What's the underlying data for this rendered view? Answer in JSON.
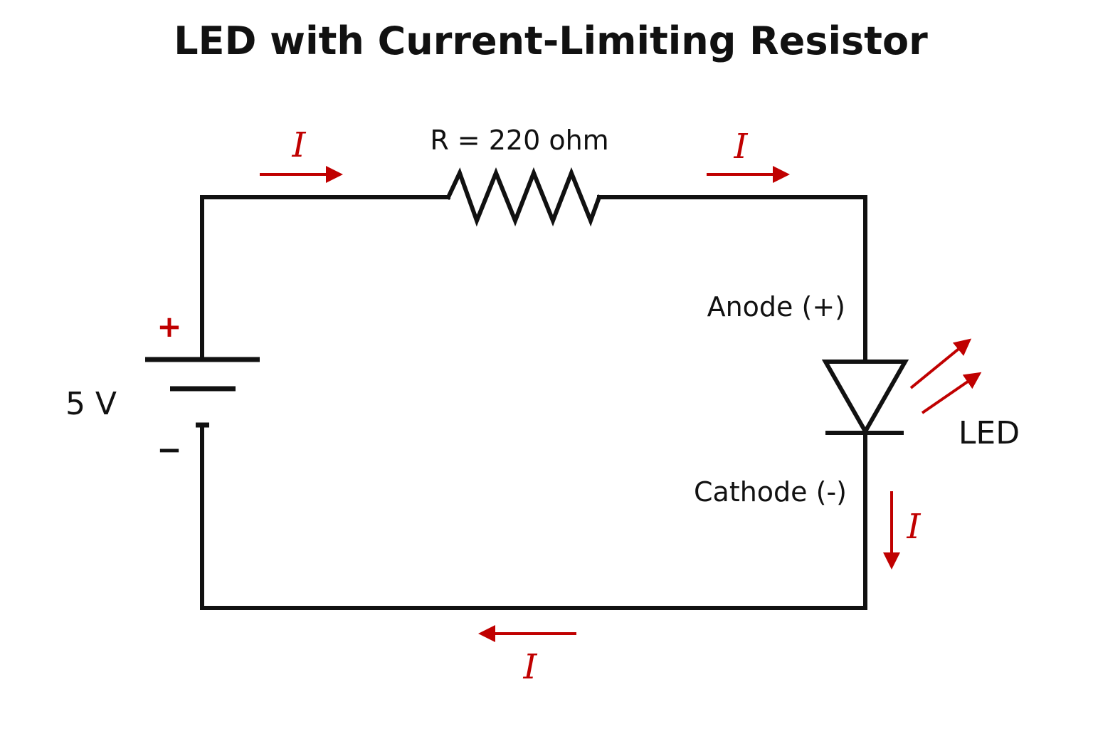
{
  "title": "LED with Current-Limiting Resistor",
  "colors": {
    "wire": "#111111",
    "current": "#c00000",
    "text": "#111111"
  },
  "battery": {
    "voltage_label": "5 V",
    "positive_symbol": "+",
    "negative_symbol": "−"
  },
  "resistor": {
    "label": "R = 220 ohm"
  },
  "led": {
    "label": "LED",
    "anode_label": "Anode (+)",
    "cathode_label": "Cathode (-)"
  },
  "current": {
    "symbol": "I",
    "arrows": [
      {
        "position": "top-left",
        "direction": "right"
      },
      {
        "position": "top-right",
        "direction": "right"
      },
      {
        "position": "right-side",
        "direction": "down"
      },
      {
        "position": "bottom",
        "direction": "left"
      }
    ]
  }
}
